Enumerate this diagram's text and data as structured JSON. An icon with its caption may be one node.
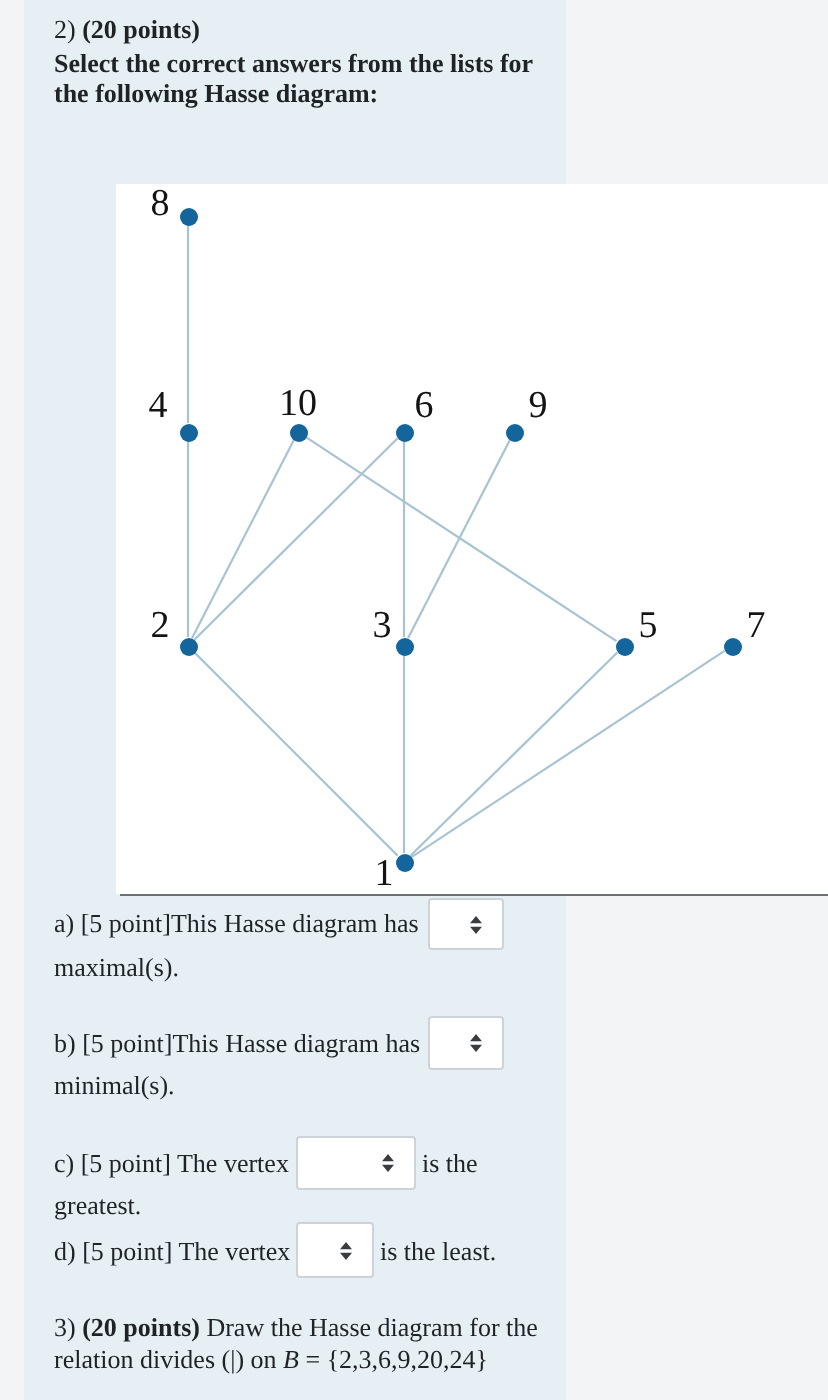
{
  "diagram": {
    "nodes": [
      {
        "text": [],
        "shape": "circle",
        "beside": [
          "8"
        ]
      },
      {
        "text": [],
        "shape": "circle",
        "beside": [
          "4"
        ]
      },
      {
        "text": [],
        "shape": "circle",
        "beside": [
          "10"
        ]
      },
      {
        "text": [],
        "shape": "circle",
        "beside": [
          "6"
        ]
      },
      {
        "text": [],
        "shape": "circle",
        "beside": [
          "9"
        ]
      },
      {
        "text": [],
        "shape": "circle",
        "beside": [
          "2"
        ]
      },
      {
        "text": [],
        "shape": "circle",
        "beside": [
          "3"
        ]
      },
      {
        "text": [],
        "shape": "circle",
        "beside": [
          "5"
        ]
      },
      {
        "text": [],
        "shape": "circle",
        "beside": [
          "7"
        ]
      },
      {
        "text": [],
        "shape": "circle",
        "beside": [
          "1"
        ]
      }
    ],
    "edges": [
      {
        "from": 0,
        "to": 1,
        "arrow": "none"
      },
      {
        "from": 1,
        "to": 5,
        "arrow": "none"
      },
      {
        "from": 2,
        "to": 5,
        "arrow": "none"
      },
      {
        "from": 2,
        "to": 7,
        "arrow": "none"
      },
      {
        "from": 3,
        "to": 5,
        "arrow": "none"
      },
      {
        "from": 3,
        "to": 6,
        "arrow": "none"
      },
      {
        "from": 4,
        "to": 6,
        "arrow": "none"
      },
      {
        "from": 5,
        "to": 9,
        "arrow": "none"
      },
      {
        "from": 6,
        "to": 9,
        "arrow": "none"
      },
      {
        "from": 7,
        "to": 9,
        "arrow": "none"
      },
      {
        "from": 8,
        "to": 9,
        "arrow": "none"
      }
    ],
    "labels": [
      "2) **(20 points)**",
      "Select the correct answers from the lists for the following Hasse diagram:",
      "a) [5 point]This Hasse diagram has",
      "maximal(s).",
      "b) [5 point]This Hasse diagram has",
      "minimal(s).",
      "c) [5 point] The vertex",
      "is the",
      "greatest.",
      "d) [5 point] The vertex",
      "is the least.",
      "3) **(20 points)** Draw the Hasse diagram for the relation divides (|) on *B* = {2,3,6,9,20,24}"
    ]
  }
}
